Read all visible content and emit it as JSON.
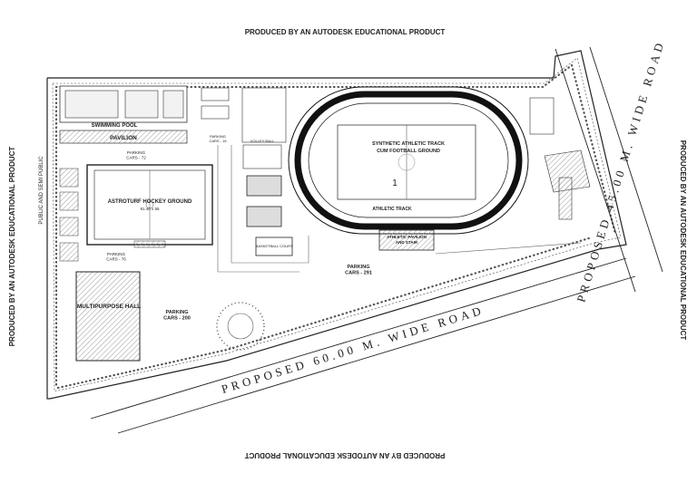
{
  "watermark": {
    "top": "PRODUCED BY AN AUTODESK EDUCATIONAL PRODUCT",
    "bottom": "PRODUCED BY AN AUTODESK EDUCATIONAL PRODUCT",
    "left": "PRODUCED BY AN AUTODESK EDUCATIONAL PRODUCT",
    "right": "PRODUCED BY AN AUTODESK EDUCATIONAL PRODUCT"
  },
  "roads": {
    "road_60": "PROPOSED 60.00 M. WIDE ROAD",
    "road_45": "PROPOSED 45.00 M. WIDE ROAD",
    "left_edge": "PUBLIC AND SEMI PUBLIC"
  },
  "facilities": {
    "swimming_pool": "SWIMMING POOL",
    "pavilion": "PAVILION",
    "parking_cars_72": "PARKING\nCARS - 72",
    "hockey_ground": "ASTROTURF HOCKEY GROUND",
    "hockey_dims": "91.40 x 55",
    "parking_cars_76": "PARKING\nCARS - 76",
    "multipurpose_hall": "MULTIPURPOSE HALL",
    "parking_cars_200": "PARKING\nCARS - 200",
    "parking_cars_291": "PARKING\nCARS - 291",
    "track_title_1": "SYNTHETIC ATHLETIC TRACK",
    "track_title_2": "CUM FOOTBALL GROUND",
    "athletic_track": "ATHLETIC TRACK",
    "athletic_pavilion_1": "ATHLETIC PAVILION",
    "athletic_pavilion_2": "AND STAIR",
    "basketball_court": "BASKETBALL COURT",
    "volleyball": "VOLLEY BALL",
    "parking_small": "PARKING\nCARS - 16",
    "field_number": "1"
  }
}
